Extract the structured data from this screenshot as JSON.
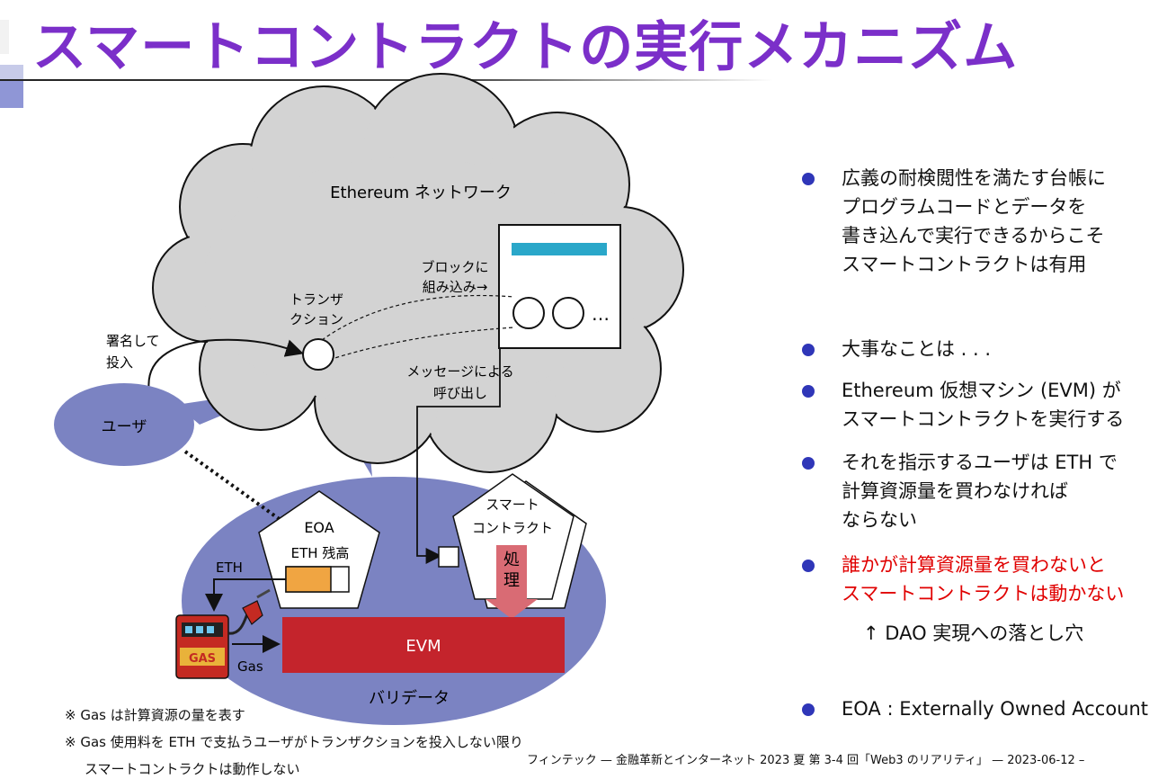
{
  "title": "スマートコントラクトの実行メカニズム",
  "diagram": {
    "cloud_label": "Ethereum ネットワーク",
    "block_label_1": "ブロックに",
    "block_label_2": "組み込み→",
    "ellipsis": "…",
    "transaction_1": "トランザ",
    "transaction_2": "クション",
    "sign_1": "署名して",
    "sign_2": "投入",
    "message_1": "メッセージによる",
    "message_2": "呼び出し",
    "user": "ユーザ",
    "eoa": "EOA",
    "eth_balance": "ETH 残高",
    "eth": "ETH",
    "gas_pump": "GAS",
    "gas": "Gas",
    "sc_1": "スマート",
    "sc_2": "コントラクト",
    "process_1": "処",
    "process_2": "理",
    "evm": "EVM",
    "validator": "バリデータ"
  },
  "bullets": [
    {
      "lines": [
        "広義の耐検閲性を満たす台帳に",
        "プログラムコードとデータを",
        "書き込んで実行できるからこそ",
        "スマートコントラクトは有用"
      ]
    },
    {
      "lines": [
        "大事なことは . . ."
      ]
    },
    {
      "lines": [
        "Ethereum 仮想マシン (EVM) が",
        "スマートコントラクトを実行する"
      ]
    },
    {
      "lines": [
        "それを指示するユーザは ETH で",
        "計算資源量を買わなければ",
        "ならない"
      ]
    },
    {
      "lines": [
        "誰かが計算資源量を買わないと",
        "スマートコントラクトは動かない"
      ]
    },
    {
      "lines": [
        "EOA : Externally Owned Account"
      ]
    }
  ],
  "arrow_note": "↑ DAO 実現への落とし穴",
  "notes": [
    "※ Gas は計算資源の量を表す",
    "※ Gas 使用料を ETH で支払うユーザがトランザクションを投入しない限り",
    "スマートコントラクトは動作しない"
  ],
  "footer": "フィンテック — 金融革新とインターネット 2023 夏 第 3-4 回「Web3 のリアリティ」 — 2023-06-12 –",
  "colors": {
    "title": "#7b2fc9",
    "bullet": "#2f36b8",
    "highlight": "#e00000",
    "evm": "#c4242c",
    "validator": "#7b83c2",
    "cloud": "#d3d3d3",
    "balance": "#f0a542",
    "block_bar": "#2aa7c9"
  }
}
